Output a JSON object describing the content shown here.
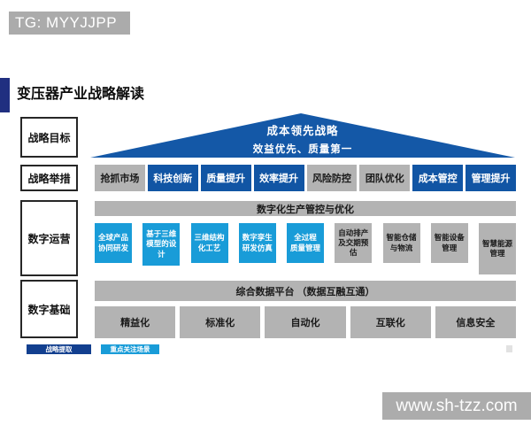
{
  "watermarks": {
    "top": "TG: MYYJJPP",
    "bottom": "www.sh-tzz.com"
  },
  "title": "变压器产业战略解读",
  "colors": {
    "dark_blue": "#1155A4",
    "light_blue": "#199CD8",
    "legend_navy": "#123F8F",
    "gray_box": "#B3B3B3",
    "watermark_gray": "#ABABAB",
    "title_accent_navy": "#202F80",
    "roof_blue": "#1458A7"
  },
  "diagram": {
    "row_labels": [
      {
        "label": "战略目标"
      },
      {
        "label": "战略举措"
      },
      {
        "label": "数字运营"
      },
      {
        "label": "数字基础"
      }
    ],
    "roof": {
      "line1": "成本领先战略",
      "line2": "效益优先、质量第一"
    },
    "measures": [
      {
        "label": "抢抓市场",
        "style": "gray"
      },
      {
        "label": "科技创新",
        "style": "blue"
      },
      {
        "label": "质量提升",
        "style": "blue"
      },
      {
        "label": "效率提升",
        "style": "blue"
      },
      {
        "label": "风险防控",
        "style": "gray"
      },
      {
        "label": "团队优化",
        "style": "gray"
      },
      {
        "label": "成本管控",
        "style": "blue"
      },
      {
        "label": "管理提升",
        "style": "blue"
      }
    ],
    "ops_header": "数字化生产管控与优化",
    "ops_scenes": [
      {
        "label": "全球产品\n协同研发",
        "style": "lightblue"
      },
      {
        "label": "基于三维\n模型的设\n计",
        "style": "lightblue"
      },
      {
        "label": "三维结构\n化工艺",
        "style": "lightblue"
      },
      {
        "label": "数字孪生\n研发仿真",
        "style": "lightblue"
      },
      {
        "label": "全过程\n质量管理",
        "style": "lightblue"
      },
      {
        "label": "自动排产\n及交期预\n估",
        "style": "gray"
      },
      {
        "label": "智能仓储\n与物流",
        "style": "gray"
      },
      {
        "label": "智能设备\n管理",
        "style": "gray"
      },
      {
        "label": "智慧能源\n管理",
        "style": "gray"
      }
    ],
    "platform_bar": "综合数据平台 （数据互融互通）",
    "base_items": [
      {
        "label": "精益化"
      },
      {
        "label": "标准化"
      },
      {
        "label": "自动化"
      },
      {
        "label": "互联化"
      },
      {
        "label": "信息安全"
      }
    ],
    "legend": [
      {
        "label": "战略提取",
        "style": "navy"
      },
      {
        "label": "重点关注场景",
        "style": "lightblue"
      }
    ]
  }
}
